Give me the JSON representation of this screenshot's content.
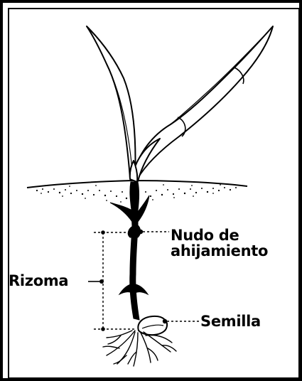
{
  "labels": {
    "node_line1": "Nudo de",
    "node_line2": "ahijamiento",
    "rhizome": "Rizoma",
    "seed": "Semilla"
  },
  "colors": {
    "ink": "#000000",
    "paper": "#ffffff"
  }
}
